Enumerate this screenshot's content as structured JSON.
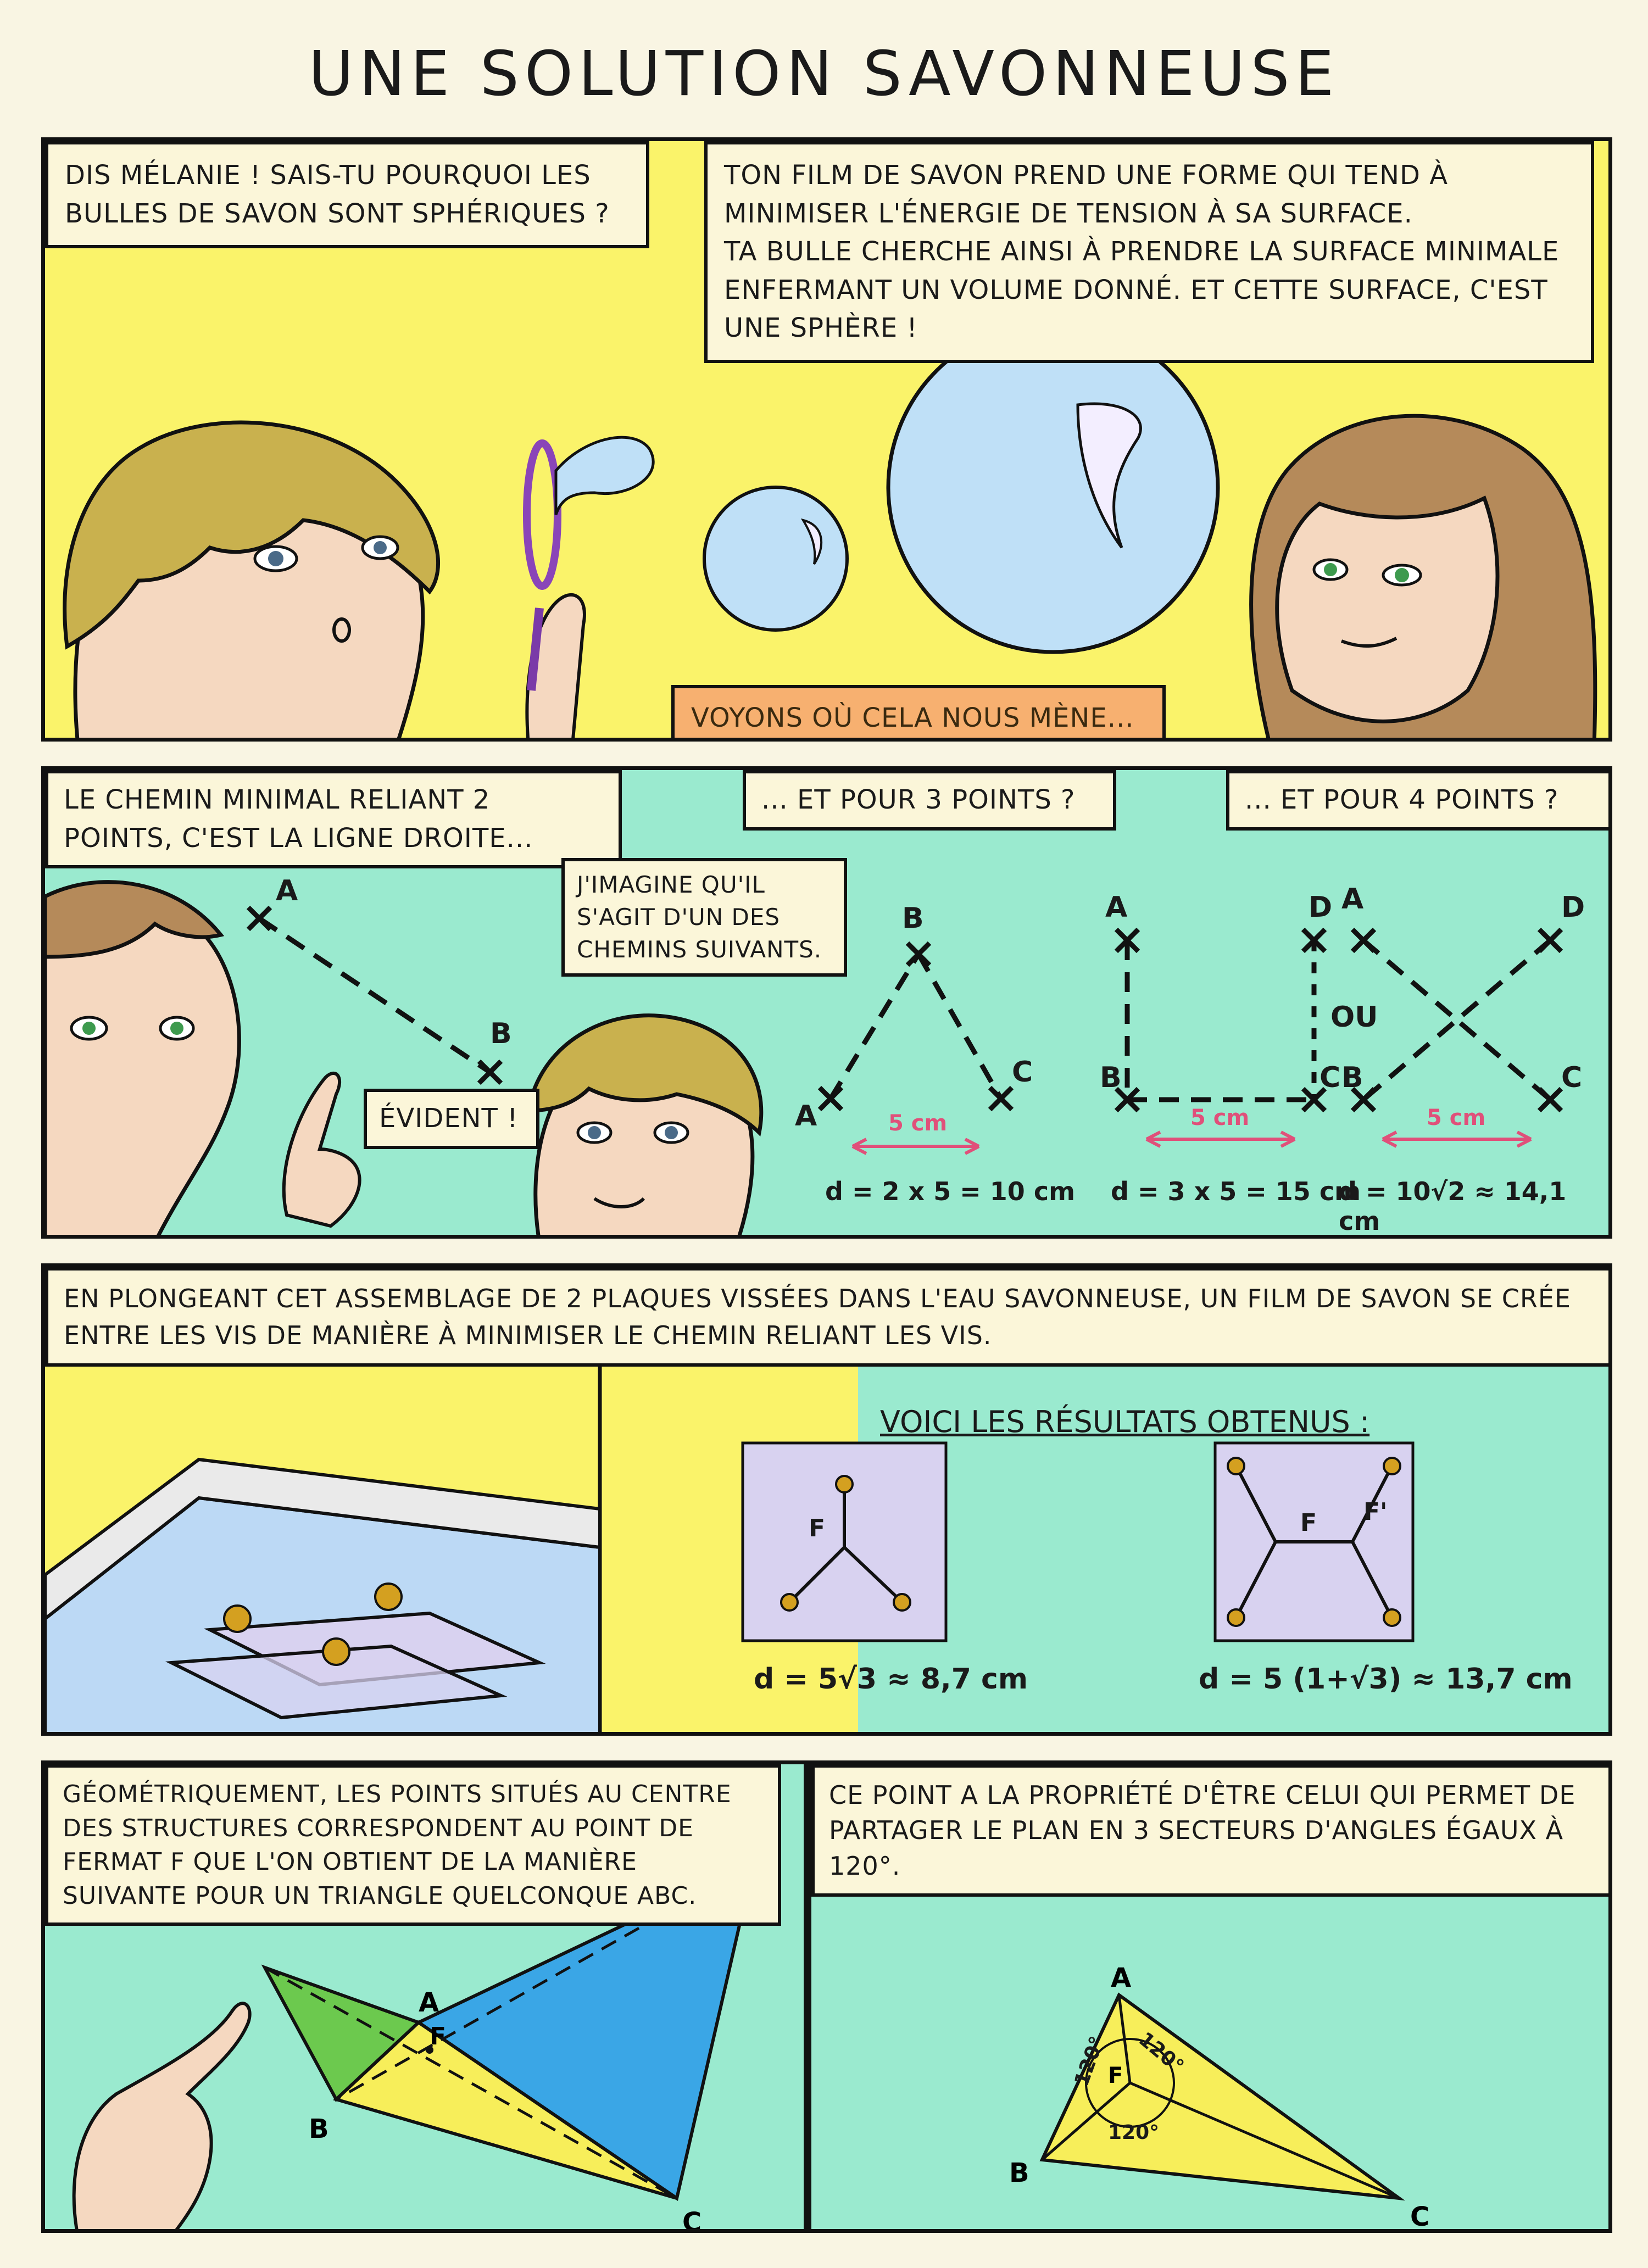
{
  "title": "UNE SOLUTION SAVONNEUSE",
  "panel1": {
    "bubble_left": "DIS MÉLANIE ! SAIS-TU POURQUOI LES BULLES DE SAVON SONT SPHÉRIQUES ?",
    "bubble_right_line1": "TON FILM DE SAVON PREND UNE FORME QUI TEND À MINIMISER L'ÉNERGIE DE TENSION À SA SURFACE.",
    "bubble_right_line2": "TA BULLE CHERCHE AINSI À PRENDRE LA SURFACE MINIMALE ENFERMANT UN VOLUME DONNÉ. ET CETTE SURFACE, C'EST UNE SPHÈRE !",
    "caption_bottom": "VOYONS OÙ CELA NOUS MÈNE..."
  },
  "panel2": {
    "bubble_1": "LE CHEMIN MINIMAL RELIANT 2 POINTS, C'EST LA LIGNE DROITE...",
    "bubble_2": "... ET POUR 3 POINTS ?",
    "bubble_3": "... ET POUR 4 POINTS ?",
    "bubble_4": "J'IMAGINE QU'IL S'AGIT D'UN DES CHEMINS SUIVANTS.",
    "bubble_5": "ÉVIDENT !",
    "point_labels": {
      "a": "A",
      "b": "B",
      "c": "C",
      "d": "D"
    },
    "or": "OU",
    "length": "5 cm",
    "formula_triangle": "d = 2 x 5 = 10 cm",
    "formula_u": "d = 3 x 5 = 15 cm",
    "formula_x": "d = 10√2 ≈ 14,1 cm"
  },
  "panel3": {
    "caption": "EN PLONGEANT CET ASSEMBLAGE DE 2 PLAQUES VISSÉES DANS L'EAU SAVONNEUSE, UN FILM DE SAVON SE CRÉE ENTRE LES VIS DE MANIÈRE À MINIMISER LE CHEMIN RELIANT LES VIS.",
    "results_title": "VOICI LES RÉSULTATS OBTENUS :",
    "fermat_label": "F",
    "fermat_label_2": "F'",
    "formula_3": "d = 5√3 ≈ 8,7 cm",
    "formula_4": "d = 5 (1+√3) ≈ 13,7 cm"
  },
  "panel4": {
    "caption": "GÉOMÉTRIQUEMENT, LES POINTS SITUÉS AU CENTRE DES STRUCTURES CORRESPONDENT AU POINT DE FERMAT F QUE L'ON OBTIENT DE LA MANIÈRE SUIVANTE POUR UN TRIANGLE QUELCONQUE ABC."
  },
  "panel5": {
    "caption": "CE POINT A LA PROPRIÉTÉ D'ÊTRE CELUI QUI PERMET DE PARTAGER LE PLAN EN 3 SECTEURS D'ANGLES ÉGAUX À 120°.",
    "angle": "120°"
  },
  "colors": {
    "yellow_bg": "#faf36a",
    "teal_bg": "#9aeacf",
    "caption_bg": "#fbf6d9",
    "orange_caption": "#f7b070",
    "bubble_blue": "#bfe0f7",
    "pink_arrow": "#e0507a",
    "triangle_blue": "#3aa6e6",
    "triangle_green": "#6cc94e",
    "triangle_yellow": "#f7ee5a"
  }
}
